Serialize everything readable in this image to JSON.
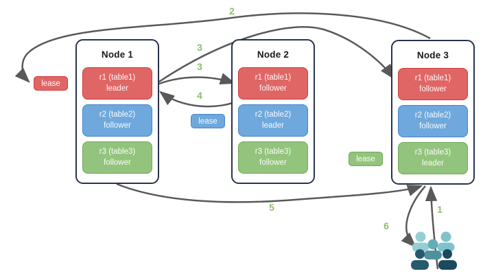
{
  "palette": {
    "red_fill": "#E06666",
    "red_border": "#CD3B3B",
    "blue_fill": "#6FA8DC",
    "blue_border": "#4584C6",
    "green_fill": "#93C47D",
    "green_border": "#71A85A",
    "node_border": "#26334E",
    "arrow": "#595959",
    "step_label_green": "#8CBF68",
    "users_light_teal": "#95CFD4",
    "users_mid_teal": "#4F919F",
    "users_dark_teal": "#27596F",
    "users_darkest_teal": "#1B4A5F"
  },
  "nodes": [
    {
      "title": "Node 1",
      "replicas": [
        {
          "name": "r1 (table1)",
          "role": "leader",
          "color": "red"
        },
        {
          "name": "r2 (table2)",
          "role": "follower",
          "color": "blue"
        },
        {
          "name": "r3 (table3)",
          "role": "follower",
          "color": "green"
        }
      ]
    },
    {
      "title": "Node 2",
      "replicas": [
        {
          "name": "r1 (table1)",
          "role": "follower",
          "color": "red"
        },
        {
          "name": "r2 (table2)",
          "role": "leader",
          "color": "blue"
        },
        {
          "name": "r3 (table3)",
          "role": "follower",
          "color": "green"
        }
      ]
    },
    {
      "title": "Node 3",
      "replicas": [
        {
          "name": "r1 (table1)",
          "role": "follower",
          "color": "red"
        },
        {
          "name": "r2 (table2)",
          "role": "follower",
          "color": "blue"
        },
        {
          "name": "r3 (table3)",
          "role": "leader",
          "color": "green"
        }
      ]
    }
  ],
  "leases": {
    "red": "lease",
    "blue": "lease",
    "green": "lease"
  },
  "steps": {
    "s1": "1",
    "s2": "2",
    "s3a": "3",
    "s3b": "3",
    "s4": "4",
    "s5": "5",
    "s6": "6"
  },
  "icons": {
    "users": "users-group-icon"
  }
}
